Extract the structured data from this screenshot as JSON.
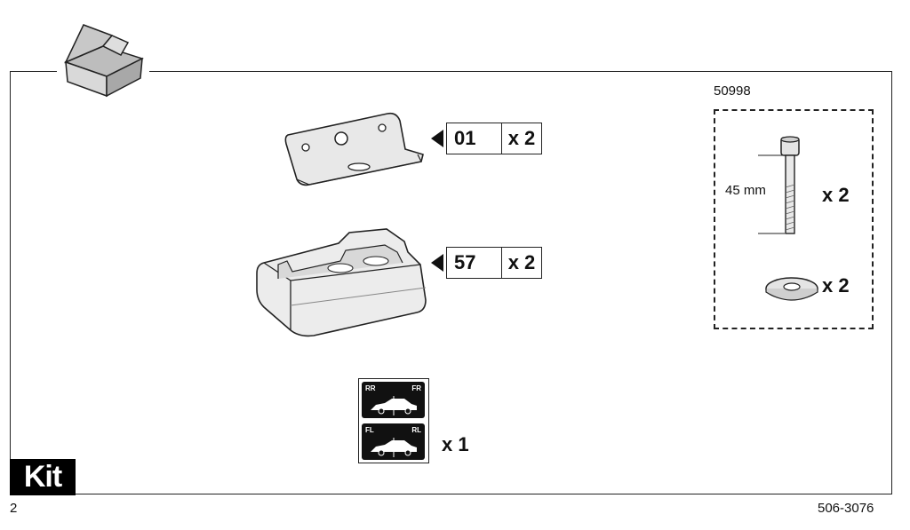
{
  "header": {
    "kit_code": "50998"
  },
  "parts": [
    {
      "code": "01",
      "qty": "x 2",
      "icon": "bracket-icon"
    },
    {
      "code": "57",
      "qty": "x 2",
      "icon": "foot-pad-icon"
    }
  ],
  "bolt_kit": {
    "length_label": "45 mm",
    "bolt_qty": "x 2",
    "washer_qty": "x 2"
  },
  "sticker": {
    "labels_top": [
      "RR",
      "FR"
    ],
    "labels_bottom": [
      "FL",
      "RL"
    ],
    "qty": "x 1"
  },
  "footer": {
    "kit_label": "Kit",
    "page_number": "2",
    "doc_number": "506-3076"
  },
  "colors": {
    "ink": "#111111",
    "badge_bg": "#000000",
    "badge_fg": "#ffffff"
  }
}
